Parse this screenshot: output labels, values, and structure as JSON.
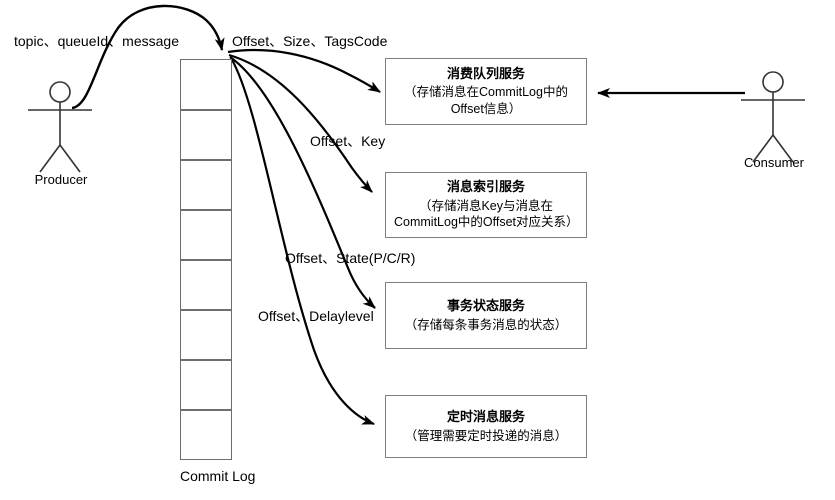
{
  "diagram": {
    "title": "RocketMQ CommitLog dispatch diagram",
    "actors": [
      {
        "id": "producer",
        "label": "Producer"
      },
      {
        "id": "consumer",
        "label": "Consumer"
      }
    ],
    "store": {
      "label": "Commit Log",
      "cell_count": 8
    },
    "flow_labels": [
      {
        "id": "produce",
        "text": "topic、queueId、message"
      },
      {
        "id": "consume-queue",
        "text": "Offset、Size、TagsCode"
      },
      {
        "id": "index",
        "text": "Offset、Key"
      },
      {
        "id": "transaction",
        "text": "Offset、State(P/C/R)"
      },
      {
        "id": "schedule",
        "text": "Offset、Delaylevel"
      }
    ],
    "services": [
      {
        "id": "consume-queue-service",
        "title": "消费队列服务",
        "desc": "（存储消息在CommitLog中的Offset信息）"
      },
      {
        "id": "message-index-service",
        "title": "消息索引服务",
        "desc": "（存储消息Key与消息在CommitLog中的Offset对应关系）"
      },
      {
        "id": "transaction-state-service",
        "title": "事务状态服务",
        "desc": "（存储每条事务消息的状态）"
      },
      {
        "id": "scheduled-message-service",
        "title": "定时消息服务",
        "desc": "（管理需要定时投递的消息）"
      }
    ],
    "colors": {
      "stroke": "#000000",
      "box_border": "#7f7f7f",
      "background": "#ffffff"
    }
  }
}
